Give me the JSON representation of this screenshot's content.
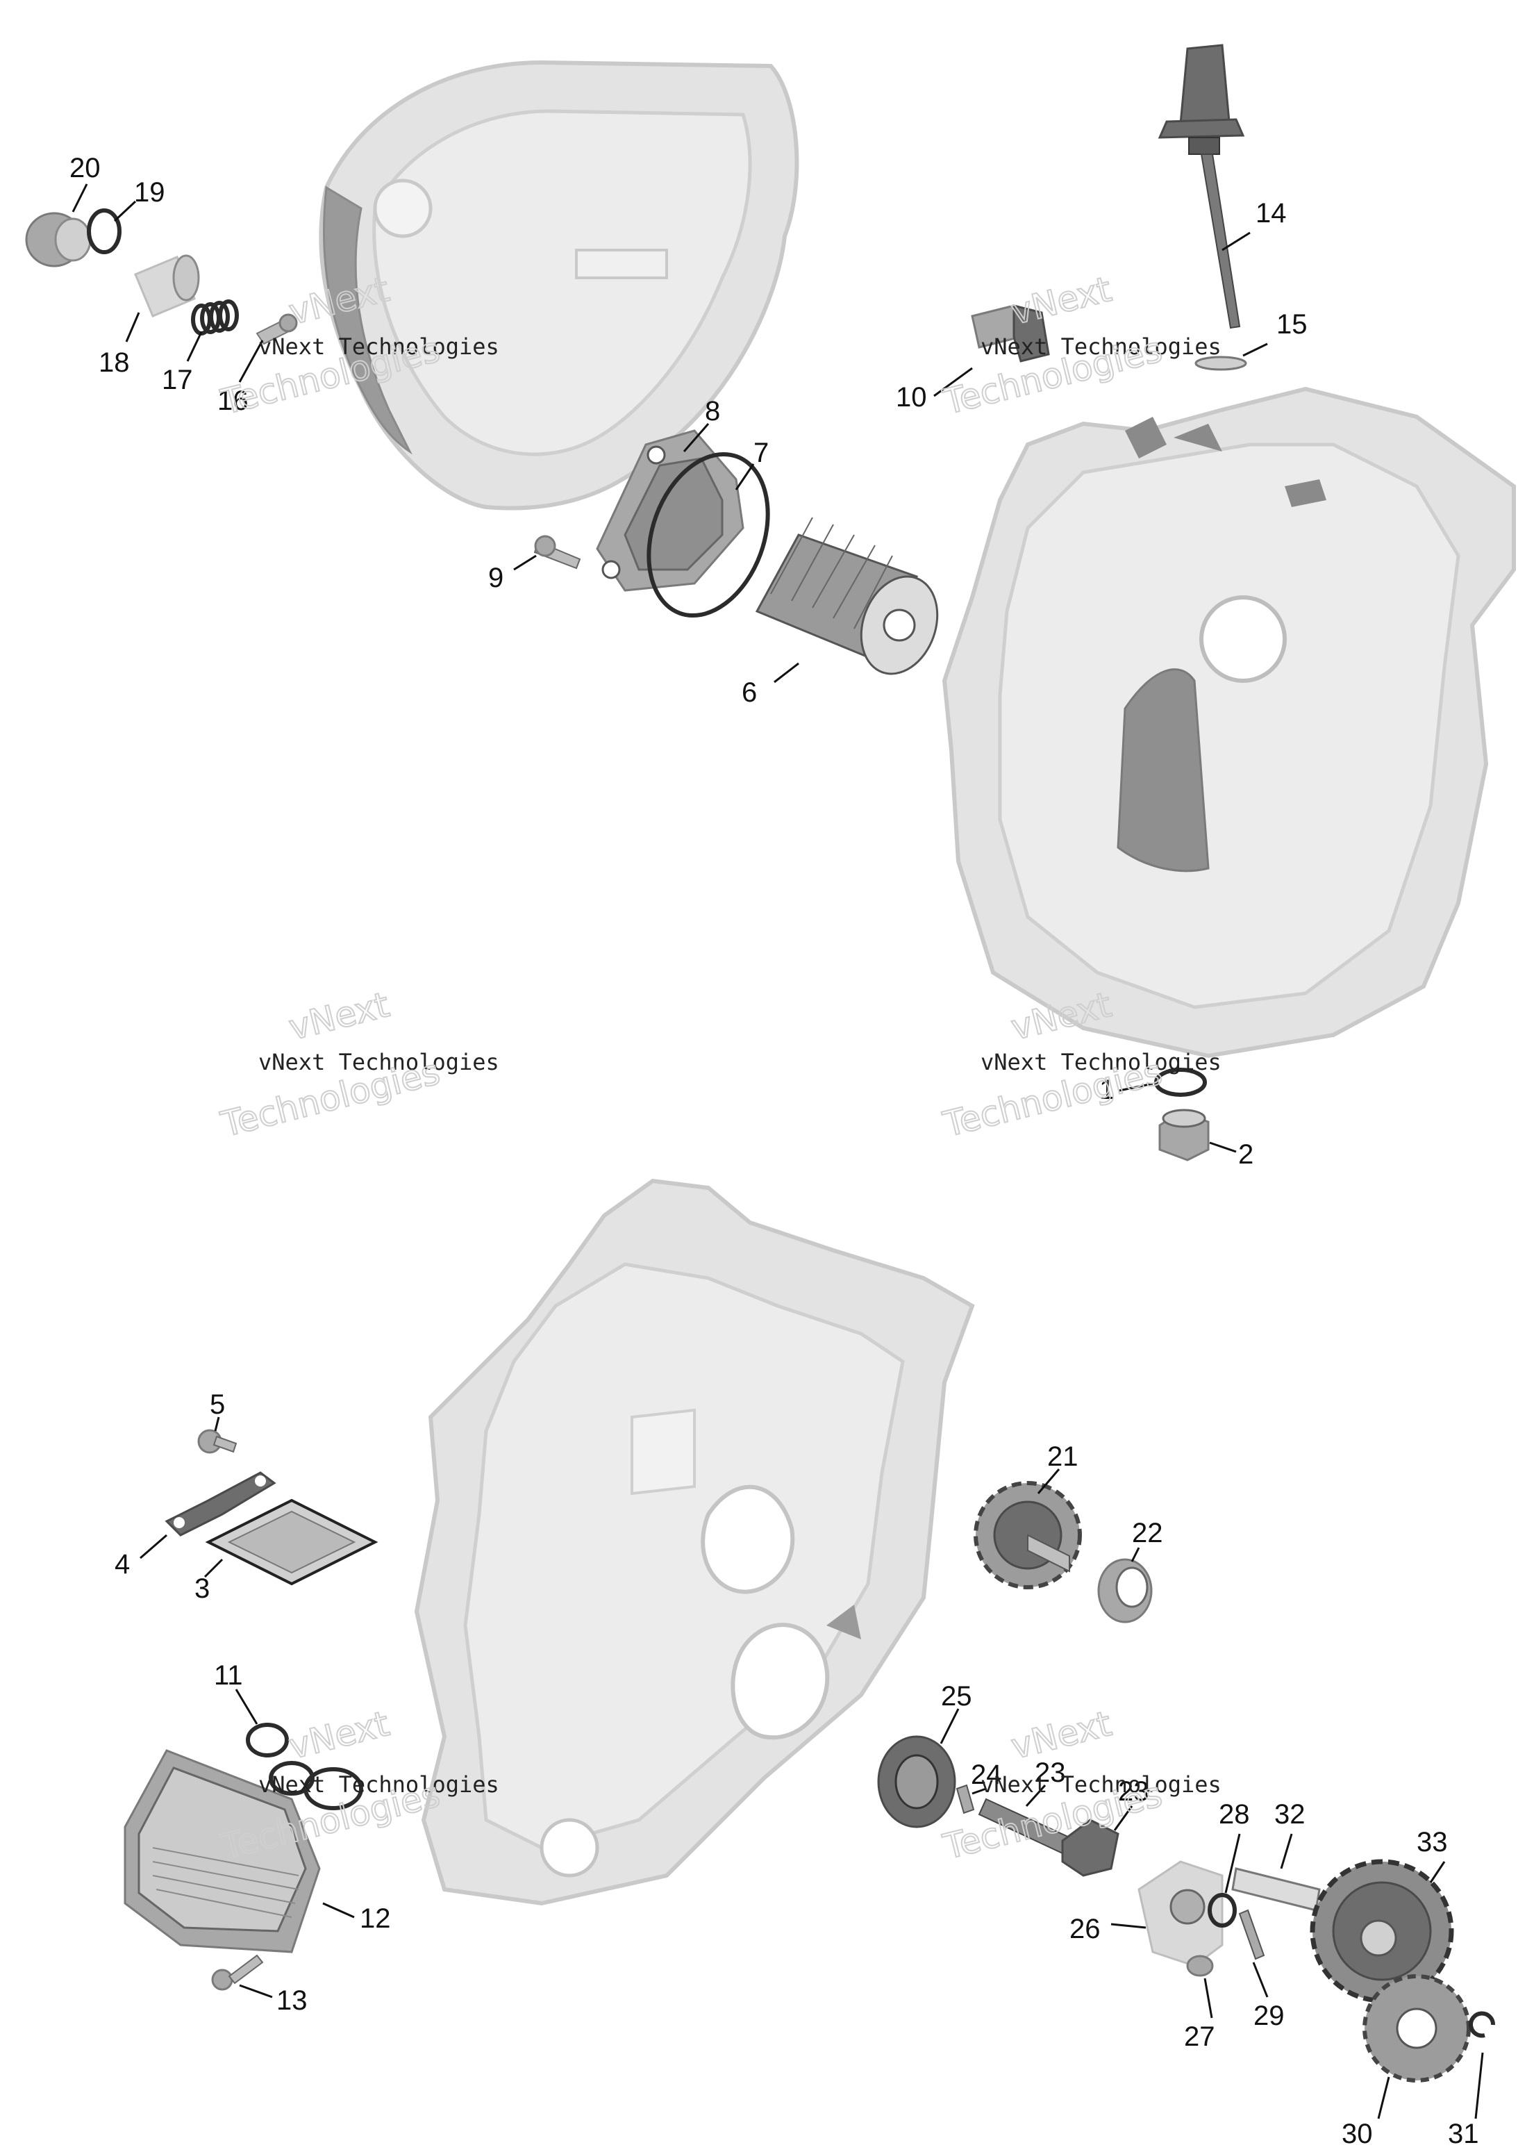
{
  "callouts": [
    {
      "id": "1",
      "label": "1"
    },
    {
      "id": "2",
      "label": "2"
    },
    {
      "id": "3",
      "label": "3"
    },
    {
      "id": "4",
      "label": "4"
    },
    {
      "id": "5",
      "label": "5"
    },
    {
      "id": "6",
      "label": "6"
    },
    {
      "id": "7",
      "label": "7"
    },
    {
      "id": "8",
      "label": "8"
    },
    {
      "id": "9",
      "label": "9"
    },
    {
      "id": "10",
      "label": "10"
    },
    {
      "id": "11",
      "label": "11"
    },
    {
      "id": "12",
      "label": "12"
    },
    {
      "id": "13",
      "label": "13"
    },
    {
      "id": "14",
      "label": "14"
    },
    {
      "id": "15",
      "label": "15"
    },
    {
      "id": "16",
      "label": "16"
    },
    {
      "id": "17",
      "label": "17"
    },
    {
      "id": "18",
      "label": "18"
    },
    {
      "id": "19",
      "label": "19"
    },
    {
      "id": "20",
      "label": "20"
    },
    {
      "id": "21",
      "label": "21"
    },
    {
      "id": "22",
      "label": "22"
    },
    {
      "id": "23",
      "label": "23"
    },
    {
      "id": "24",
      "label": "24"
    },
    {
      "id": "25",
      "label": "25"
    },
    {
      "id": "26",
      "label": "26"
    },
    {
      "id": "27",
      "label": "27"
    },
    {
      "id": "28",
      "label": "28"
    },
    {
      "id": "29",
      "label": "29"
    },
    {
      "id": "30",
      "label": "30"
    },
    {
      "id": "31",
      "label": "31"
    },
    {
      "id": "32",
      "label": "32"
    },
    {
      "id": "33",
      "label": "33"
    }
  ],
  "watermark": {
    "line1": "vNext",
    "line2": "vNext Technologies",
    "line3": "Technologies"
  }
}
